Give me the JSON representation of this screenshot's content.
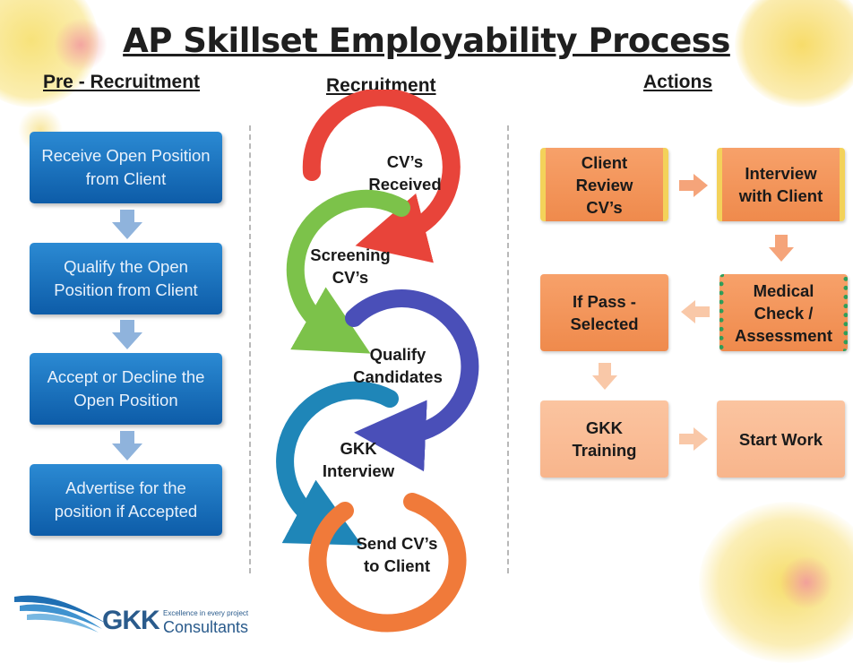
{
  "title": "AP Skillset Employability Process",
  "columns": {
    "pre_recruitment": "Pre - Recruitment",
    "recruitment": "Recruitment",
    "actions": "Actions"
  },
  "pre_recruitment_steps": [
    "Receive Open Position from Client",
    "Qualify the Open Position from Client",
    "Accept or Decline the Open Position",
    "Advertise for the position if Accepted"
  ],
  "recruitment_cycle": [
    {
      "label": "CV’s\nReceived",
      "color": "#e8443a"
    },
    {
      "label": "Screening\nCV’s",
      "color": "#7cc24a"
    },
    {
      "label": "Qualify\nCandidates",
      "color": "#4a4fb8"
    },
    {
      "label": "GKK\nInterview",
      "color": "#1f86b8"
    },
    {
      "label": "Send CV’s\nto Client",
      "color": "#f07a3a"
    }
  ],
  "actions": {
    "client_review": "Client\nReview\nCV’s",
    "interview_with_client": "Interview\nwith Client",
    "medical_check": "Medical\nCheck /\nAssessment",
    "if_pass_selected": "If Pass -\nSelected",
    "gkk_training": "GKK\nTraining",
    "start_work": "Start Work"
  },
  "logo": {
    "brand": "GKK",
    "name": "Consultants",
    "tagline": "Excellence in every project"
  },
  "colors": {
    "blue_box": "#1a73c2",
    "orange_box": "#f3935a",
    "light_orange_box": "#f9bd96",
    "arrow_blue": "#8fb3dc",
    "arrow_orange": "#f5a47a"
  }
}
